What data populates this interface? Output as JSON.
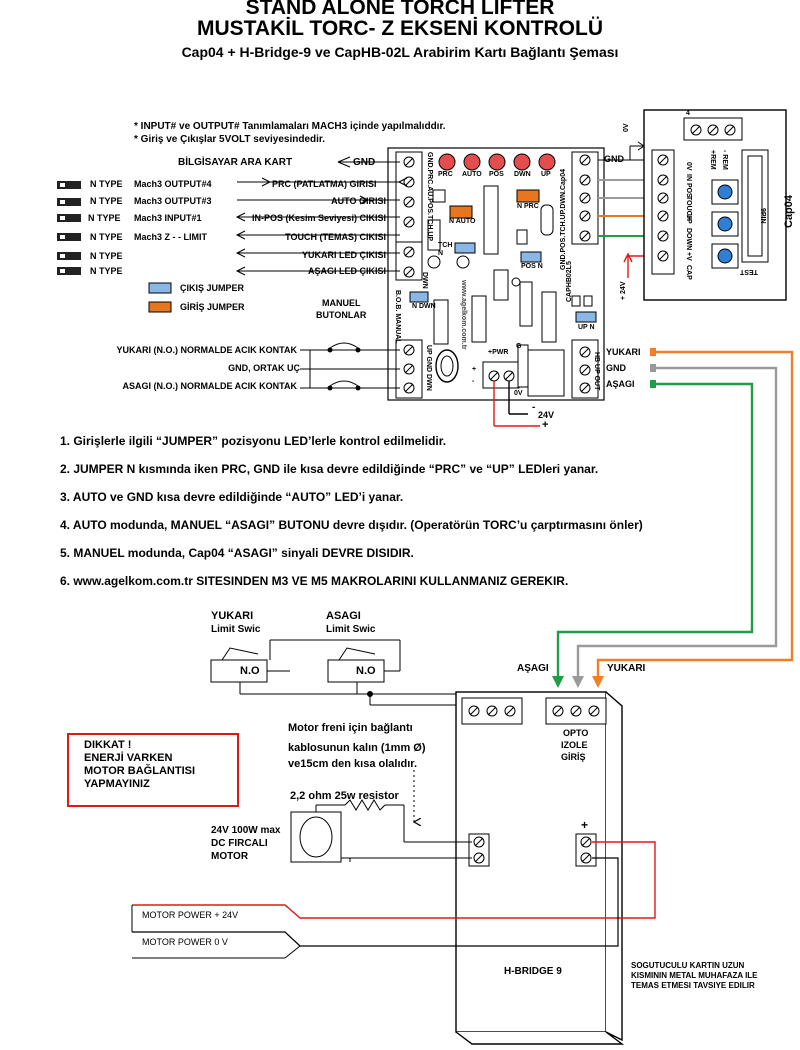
{
  "header": {
    "line1": "STAND ALONE TORCH LIFTER",
    "line2": "MUSTAKİL TORC- Z EKSENİ KONTROLÜ",
    "line3": "Cap04 + H-Bridge-9 ve CapHB-02L Arabirim Kartı Bağlantı Şeması"
  },
  "notes": {
    "n1": "* INPUT# ve OUTPUT# Tanımlamaları MACH3 içinde yapılmalıddır.",
    "n2": "* Giriş ve Çıkışlar 5VOLT seviyesindedir.",
    "pc_ground": "BİLGİSAYAR ARA KART",
    "gnd": "GND"
  },
  "io_rows": [
    {
      "type": "N TYPE",
      "mach": "Mach3 OUTPUT#4",
      "signal": "PRC (PATLATMA) GIRISI"
    },
    {
      "type": "N TYPE",
      "mach": "Mach3 OUTPUT#3",
      "signal": "AUTO GIRISI"
    },
    {
      "type": "N TYPE",
      "mach": "Mach3  INPUT#1",
      "signal": "IN-POS (Kesim Seviyesi) CIKISI"
    },
    {
      "type": "N TYPE",
      "mach": "Mach3  Z - - LIMIT",
      "signal": "TOUCH (TEMAS) CIKISI"
    },
    {
      "type": "N TYPE",
      "mach": "",
      "signal": "YUKARI LED ÇIKISI"
    },
    {
      "type": "N TYPE",
      "mach": "",
      "signal": "AŞAGI LED ÇIKISI"
    }
  ],
  "legend": {
    "output_jumper": "ÇIKIŞ JUMPER",
    "input_jumper": "GİRİŞ JUMPER",
    "output_color": "#8ab8e6",
    "input_color": "#e8761e"
  },
  "manual": {
    "buttons_label_1": "MANUEL",
    "buttons_label_2": "BUTONLAR",
    "up_contact": "YUKARI  (N.O.) NORMALDE ACIK KONTAK",
    "gnd_common": "GND, ORTAK UÇ",
    "down_contact": "ASAGI  (N.O.) NORMALDE ACIK KONTAK"
  },
  "board": {
    "leds": [
      "PRC",
      "AUTO",
      "POS",
      "DWN",
      "UP"
    ],
    "left_terminal_top": "GND.PRC.AU.POS.TCH.UP",
    "left_terminal_bottom": "DWN",
    "right_terminal_top": "GND.POS.TCH.UP.DWN.Cap04",
    "jumper_n_auto": "N AUTO",
    "jumper_n_prc": "N PRC",
    "jumper_tch_n": "TCH N",
    "jumper_pos_n": "POS N",
    "jumper_dwn_n": "N DWN",
    "bob_manual": "B.O.B.  MANUAL",
    "website": "www.agelkom.com.tr",
    "pwr": "+PWR",
    "board_name": "CAPHB02L5",
    "up_n": "UP N",
    "bottom_left_terminal": "UP GND DWN",
    "hb_terminal": "HB UP OUT",
    "plus": "+",
    "minus": "-",
    "zero_v": "0V",
    "g": "G",
    "supply_minus": "-",
    "supply_24v": "24V",
    "supply_plus": "+"
  },
  "cap04": {
    "name": "Cap04",
    "pin_count": "4",
    "zero_v": "0V",
    "gnd": "GND",
    "rows": [
      "0V",
      "IN POS",
      "TOUCH",
      "UP",
      "DOWN",
      "+V",
      "CAP"
    ],
    "rem_plus": "+REM",
    "rem_minus": "- REM",
    "pin9": "9PIN",
    "test": "TEST",
    "supply": "+ 24V"
  },
  "outputs": {
    "up": "YUKARI",
    "gnd": "GND",
    "down": "AŞAGI",
    "up_color": "#f07f2a",
    "gnd_color": "#9a9a9a",
    "down_color": "#1f9e43"
  },
  "instructions": [
    "1. Girişlerle ilgili “JUMPER” pozisyonu LED’lerle kontrol edilmelidir.",
    "2. JUMPER N kısmında iken PRC, GND ile kısa devre edildiğinde “PRC” ve “UP” LEDleri yanar.",
    "3.  AUTO ve GND kısa devre edildiğinde “AUTO” LED’i yanar.",
    "4.  AUTO modunda, MANUEL “ASAGI” BUTONU devre dışıdır. (Operatörün TORC’u çarptırmasını önler)",
    "5.  MANUEL modunda, Cap04 “ASAGI” sinyali DEVRE DISIDIR.",
    "6.  www.agelkom.com.tr SITESINDEN M3 VE M5 MAKROLARINI KULLANMANIZ GEREKIR."
  ],
  "limits": {
    "up_title_1": "YUKARI",
    "up_title_2": "Limit Swic",
    "down_title_1": "ASAGI",
    "down_title_2": "Limit Swic",
    "no_label": "N.O"
  },
  "warning": {
    "l1": "DIKKAT !",
    "l2": "ENERJİ VARKEN",
    "l3": "MOTOR BAĞLANTISI",
    "l4": "YAPMAYINIZ"
  },
  "motor": {
    "brake_1": "Motor freni için bağlantı",
    "brake_2": "kablosunun kalın (1mm Ø)",
    "brake_3": "ve15cm den kısa olalıdır.",
    "resistor": "2,2 ohm 25w resistor",
    "motor_1": "24V 100W max",
    "motor_2": "DC FIRCALI",
    "motor_3": "MOTOR",
    "power_24": "MOTOR POWER + 24V",
    "power_0": "MOTOR POWER 0 V"
  },
  "hbridge": {
    "name": "H-BRIDGE 9",
    "opto_1": "OPTO",
    "opto_2": "IZOLE",
    "opto_3": "GİRİŞ",
    "plus": "+",
    "down_label": "AŞAGI",
    "up_label": "YUKARI",
    "heatsink_1": "SOGUTUCULU KARTIN UZUN",
    "heatsink_2": "KISMININ METAL MUHAFAZA ILE",
    "heatsink_3": "TEMAS ETMESI TAVSIYE EDILIR"
  }
}
